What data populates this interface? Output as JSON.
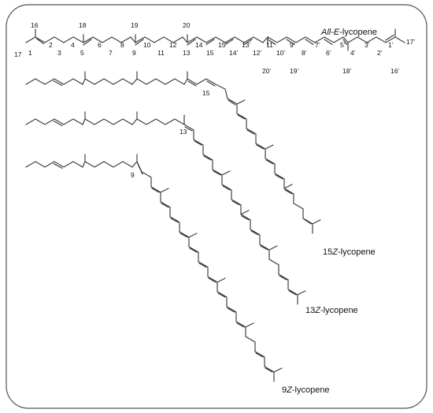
{
  "colors": {
    "bond": "#3a3a3a",
    "frame": "#555555",
    "background": "#ffffff"
  },
  "molecules": {
    "all_e": {
      "label_italic": "All-E",
      "label_rest": "-lycopene",
      "atom_numbers": [
        "1",
        "2",
        "3",
        "4",
        "5",
        "6",
        "7",
        "8",
        "9",
        "10",
        "11",
        "12",
        "13",
        "14",
        "15",
        "15’",
        "14’",
        "13’",
        "12’",
        "11’",
        "10’",
        "9’",
        "8’",
        "7’",
        "6’",
        "5’",
        "4’",
        "3’",
        "2’",
        "1’"
      ],
      "methyl_numbers": [
        "16",
        "17",
        "18",
        "19",
        "20",
        "20’",
        "19’",
        "18’",
        "16’",
        "17’"
      ]
    },
    "z15": {
      "label_prefix": "15",
      "label_italic": "Z",
      "label_rest": "-lycopene",
      "locant": "15"
    },
    "z13": {
      "label_prefix": "13",
      "label_italic": "Z",
      "label_rest": "-lycopene",
      "locant": "13"
    },
    "z9": {
      "label_prefix": "9",
      "label_italic": "Z",
      "label_rest": "-lycopene",
      "locant": "9"
    }
  }
}
